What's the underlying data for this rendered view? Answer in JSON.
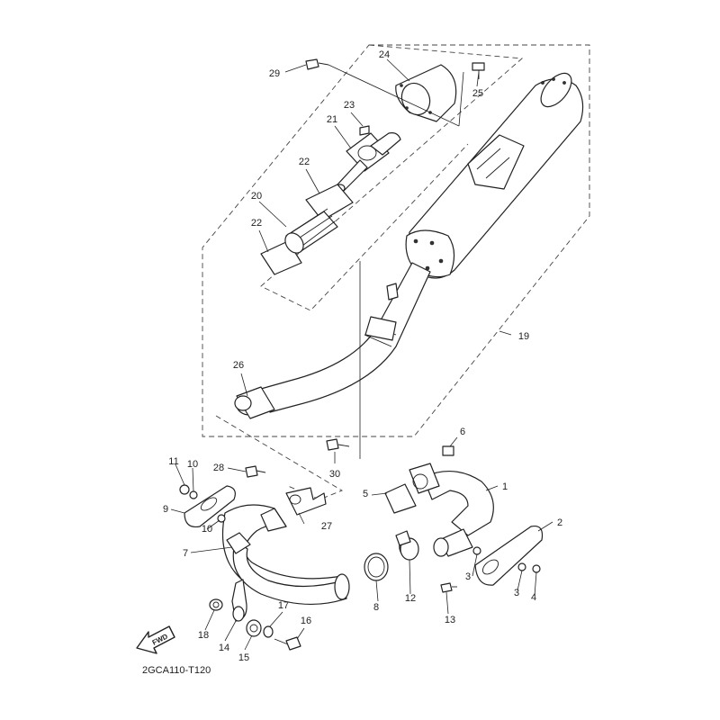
{
  "diagram": {
    "code": "2GCA110-T120",
    "fwd_label": "FWD",
    "callouts": [
      "1",
      "2",
      "3",
      "3",
      "4",
      "5",
      "6",
      "7",
      "8",
      "9",
      "10",
      "10",
      "11",
      "12",
      "13",
      "14",
      "15",
      "16",
      "17",
      "18",
      "19",
      "20",
      "21",
      "22",
      "22",
      "23",
      "24",
      "25",
      "26",
      "27",
      "28",
      "29",
      "30"
    ]
  }
}
